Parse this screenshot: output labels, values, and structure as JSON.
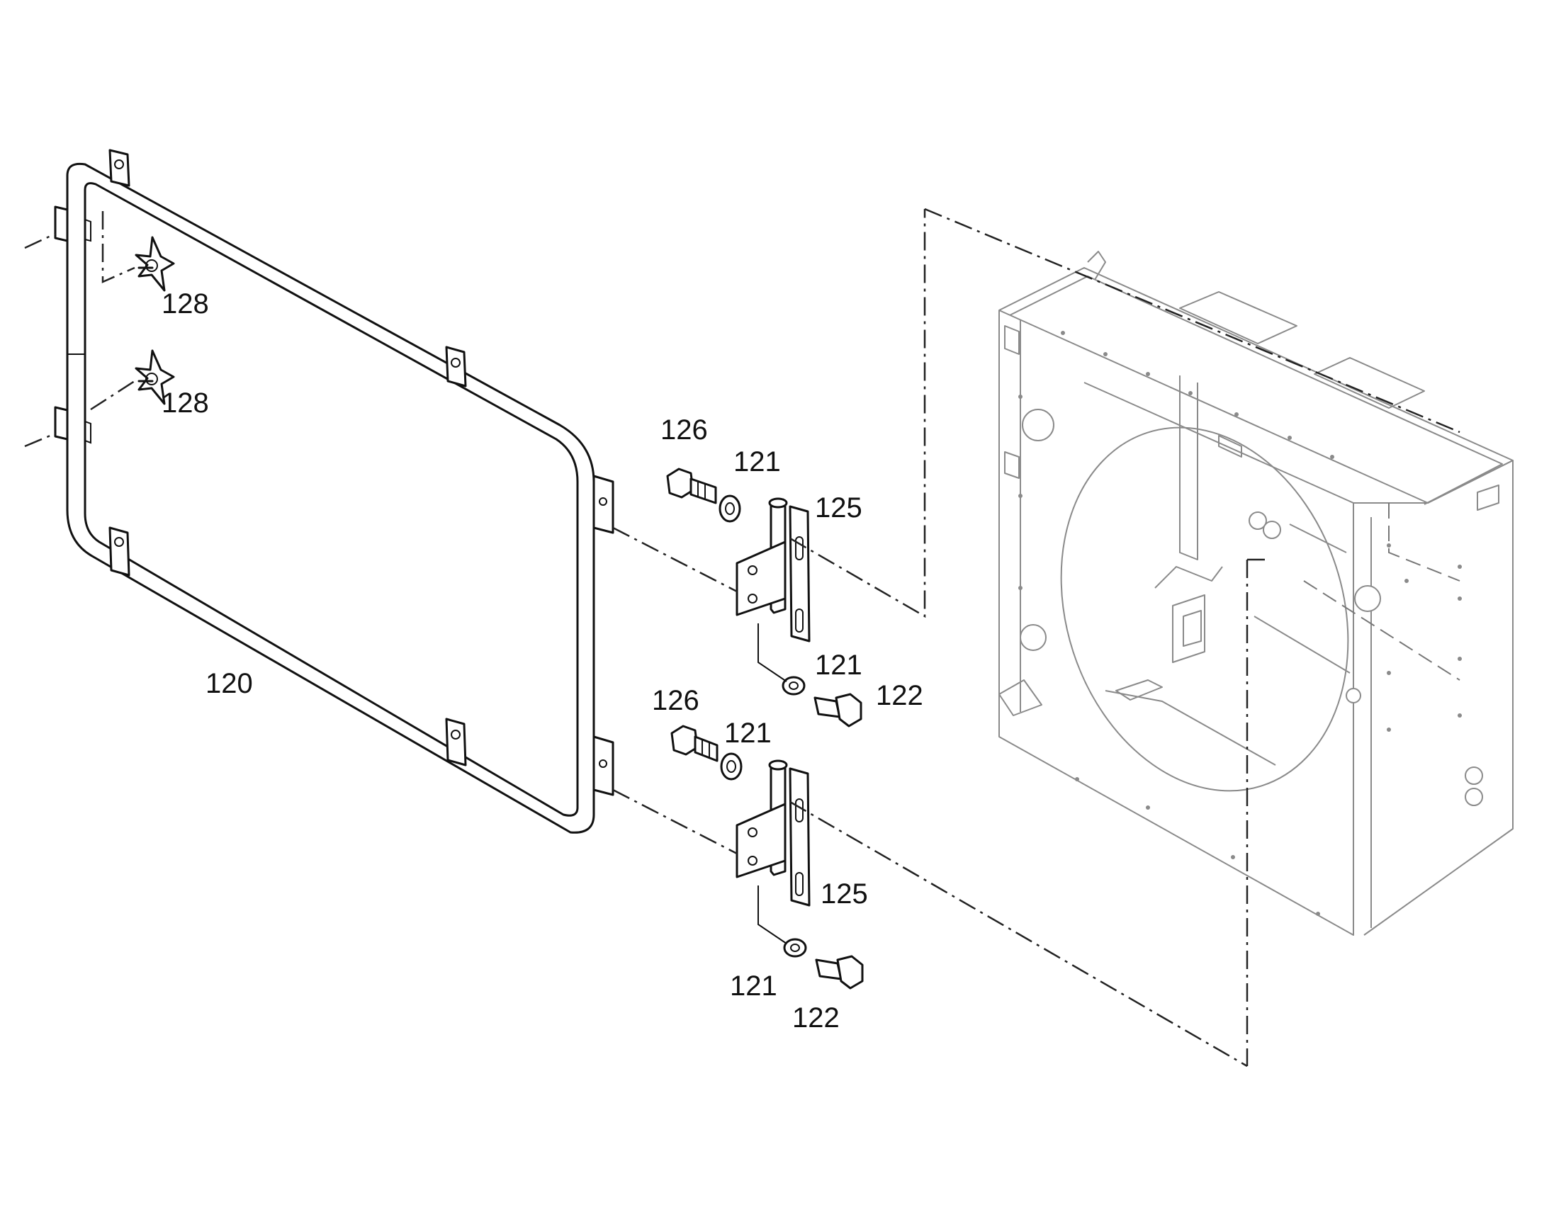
{
  "diagram": {
    "labels": {
      "frame": "120",
      "washer": "121",
      "bolt_lower": "122",
      "hinge": "125",
      "bolt_upper": "126",
      "star_knob": "128"
    }
  }
}
